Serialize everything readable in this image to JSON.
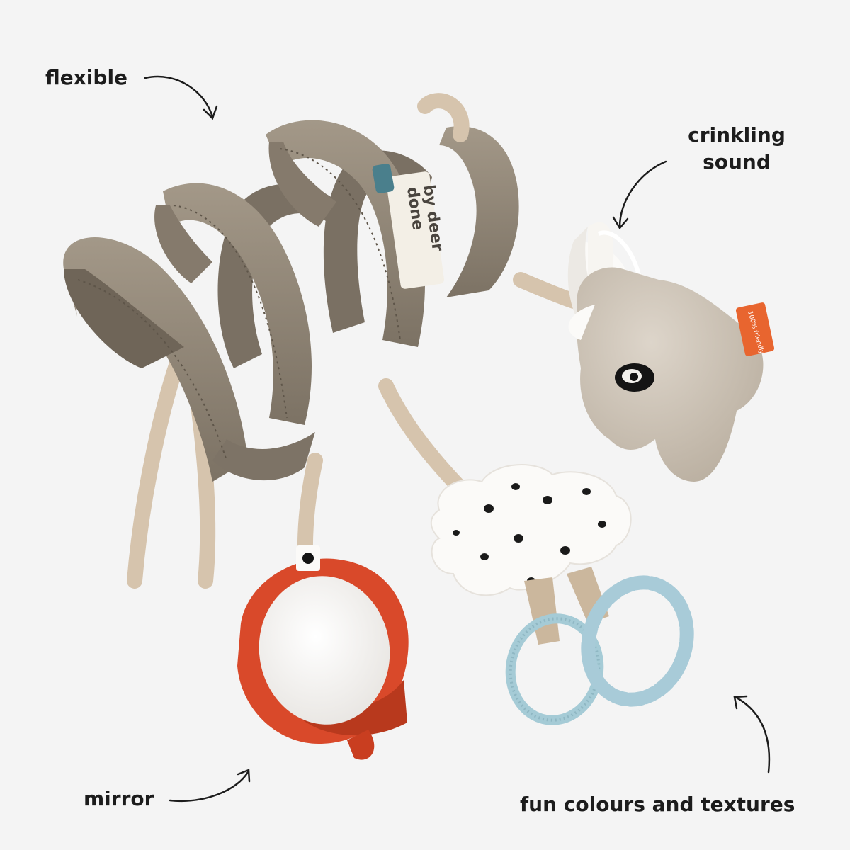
{
  "colors": {
    "background": "#f4f4f4",
    "spiral": "#8c8173",
    "ribbon": "#d8c7b1",
    "mirror_frame": "#e2542e",
    "teether": "#a9cbd7",
    "cloud": "#fbfaf8",
    "deer": "#cdc4b9",
    "label_text": "#1c1c1c"
  },
  "annotations": {
    "flexible": "flexible",
    "crinkling_line1": "crinkling",
    "crinkling_line2": "sound",
    "mirror": "mirror",
    "fun": "fun colours and textures"
  },
  "product": {
    "brand_tag_line1": "done",
    "brand_tag_line2": "by deer",
    "friendly_tag": "100% friendly"
  }
}
